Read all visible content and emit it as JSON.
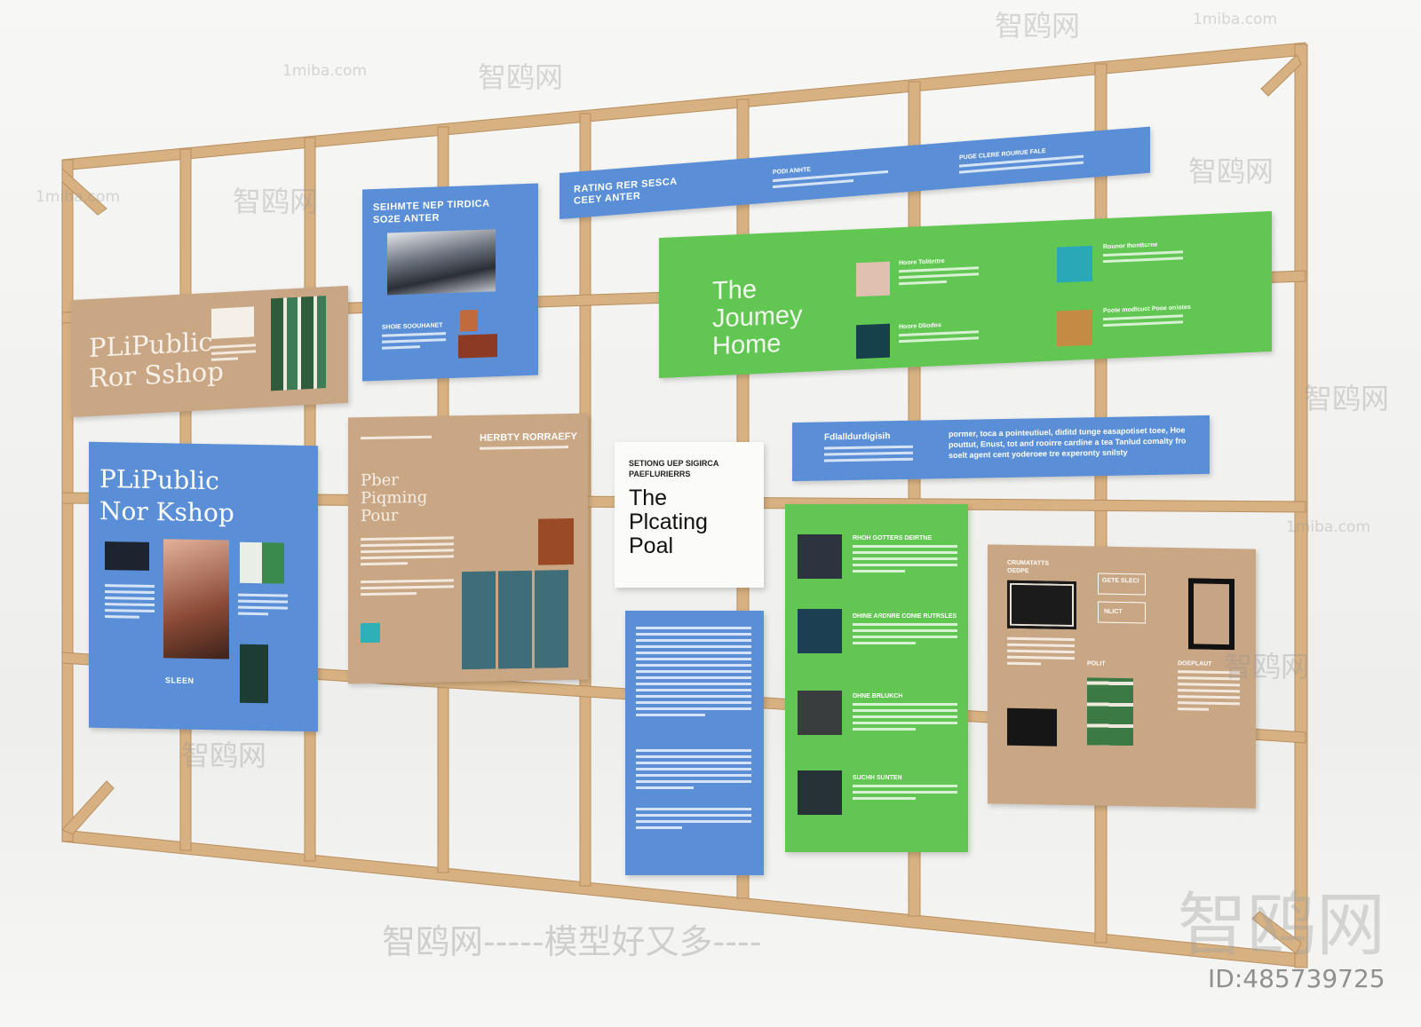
{
  "watermarks": {
    "site": "1miba.com",
    "brand": "智鸥网",
    "slogan": "智鸥网-----模型好又多----",
    "id_label": "ID:485739725"
  },
  "panels": {
    "tan_left_top": {
      "title_line1": "PLiPublic",
      "title_line2": "Ror Sshop"
    },
    "blue_left": {
      "title_line1": "PLiPublic",
      "title_line2": "Nor Kshop",
      "caption": "SLEEN"
    },
    "blue_top_mid": {
      "title_line1": "SEIHMTE NEP TIRDICA",
      "title_line2": "SO2E ANTER",
      "caption": "SHOIE SOOUHANET"
    },
    "blue_banner": {
      "title_line1": "RATING RER SESCA",
      "title_line2": "CEEY ANTER",
      "col2": "PODI ANHTE",
      "col3": "PUGE CLERE ROURUE FALE"
    },
    "green_top": {
      "title_line1": "The",
      "title_line2": "Joumey",
      "title_line3": "Home",
      "item1": "Hoore Tolitettre",
      "item2": "Rounor Ihontturne",
      "item3": "Hoore Dliodos",
      "item4": "Poote modlcuot Pooe onlotes"
    },
    "tan_mid": {
      "header": "HERBTY RORRAEFY",
      "title_line1": "Pber",
      "title_line2": "Piqming",
      "title_line3": "Pour"
    },
    "white_card": {
      "header_line1": "SETIONG UEP SIGIRCA",
      "header_line2": "PAEFLURIERRS",
      "title_line1": "The",
      "title_line2": "Plcating",
      "title_line3": "Poal"
    },
    "blue_banner_right": {
      "label": "Fdlalldurdigisih",
      "text": "pormer, toca a pointeutiuel, diditd tunge easapotiset toee, Hoe pouttut, Enust, tot and rooirre cardine a tea Tanlud comalty fro soelt agent cent yoderoee tre experonty snilsty"
    },
    "green_tall": {
      "item1": "RHOH GOTTERS DEIRTNE",
      "item2": "DHINE ARDNRE CONIE RUTRSLES",
      "item3": "DHNE BRLUKCH",
      "item4": "SUCHH SUNTEN"
    },
    "tan_right": {
      "header": "CRUMATATTS OEDPE",
      "box1": "GETE SLECI",
      "box2": "NLICT",
      "label": "POLIT",
      "side": "DOEPLAUT"
    }
  }
}
